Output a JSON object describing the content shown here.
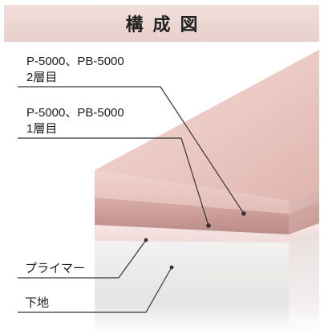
{
  "header": {
    "title": "構成図"
  },
  "callouts": [
    {
      "key": "layer2",
      "line1": "P-5000、PB-5000",
      "line2": "2層目"
    },
    {
      "key": "layer1",
      "line1": "P-5000、PB-5000",
      "line2": "1層目"
    },
    {
      "key": "primer",
      "line1": "プライマー"
    },
    {
      "key": "substrate",
      "line1": "下地"
    }
  ],
  "colors": {
    "header": "#ecd6d2",
    "layer_top": "#e8c4bf",
    "layer_middle": "#d6a9a4",
    "layer_primer": "#f2dcda",
    "substrate": "#eeeeee",
    "leader_line": "#333333"
  }
}
